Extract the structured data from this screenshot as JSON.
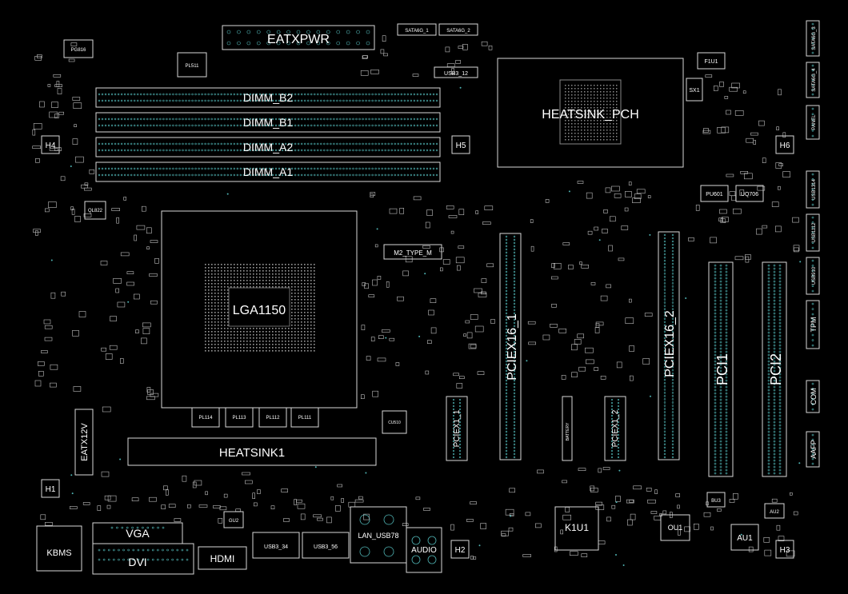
{
  "title": "",
  "colors": {
    "background": "#000000",
    "outline": "#d8d8d8",
    "pin_cyan": "#4fb3b3",
    "label": "#ffffff"
  },
  "labels": {
    "eatxpwr": "EATXPWR",
    "sataa6_1": "SATA6G_1",
    "sataa6_2": "SATA6G_2",
    "sataa6_3": "SATA6G_3",
    "sataa6_4": "SATA6G_4",
    "usb3_12": "USB3_12",
    "f1u1": "F1U1",
    "sx1": "SX1",
    "heatsink_pch": "HEATSINK_PCH",
    "dimm_b2": "DIMM_B2",
    "dimm_b1": "DIMM_B1",
    "dimm_a2": "DIMM_A2",
    "dimm_a1": "DIMM_A1",
    "h4": "H4",
    "h5": "H5",
    "h6": "H6",
    "h1": "H1",
    "h2": "H2",
    "h3": "H3",
    "pg816": "PG816",
    "pl511": "PL511",
    "ql822": "QL822",
    "pu601": "PU601",
    "uq706": "UQ706",
    "lga1150": "LGA1150",
    "m2_type_m": "M2_TYPE_M",
    "pciex16_1": "PCIEX16_1",
    "pciex16_2": "PCIEX16_2",
    "pci1": "PCI1",
    "pci2": "PCI2",
    "tpm": "TPM",
    "com": "COM",
    "aafp": "AAFP",
    "usb1112": "USB1112",
    "usb1314": "USB1314",
    "usb910": "USB910",
    "panel": "PANEL",
    "pl114": "PL114",
    "pl113": "PL113",
    "pl112": "PL112",
    "pl111": "PL111",
    "cu510": "CU510",
    "pciex1_1": "PCIEX1_1",
    "pciex1_2": "PCIEX1_2",
    "battery": "BATTERY",
    "eatx12v": "EATX12V",
    "heatsink1": "HEATSINK1",
    "vga": "VGA",
    "dvi": "DVI",
    "kbms": "KBMS",
    "hdmi": "HDMI",
    "gu2": "GU2",
    "usb3_34": "USB3_34",
    "usb3_56": "USB3_56",
    "lan_usb78": "LAN_USB78",
    "audio": "AUDIO",
    "k1u1": "K1U1",
    "ou1": "OU1",
    "au1": "AU1",
    "au2": "AU2",
    "bu3": "BU3"
  }
}
